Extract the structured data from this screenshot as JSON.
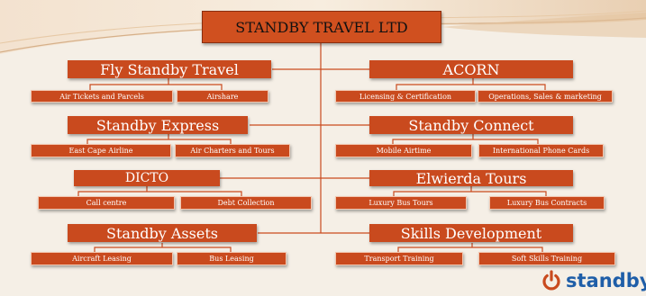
{
  "root": "STANDBY TRAVEL LTD",
  "divisions": {
    "fly_standby": {
      "title": "Fly Standby Travel",
      "subs": [
        "Air Tickets and Parcels",
        "Airshare"
      ]
    },
    "acorn": {
      "title": "ACORN",
      "subs": [
        "Licensing & Certification",
        "Operations, Sales & marketing"
      ]
    },
    "standby_express": {
      "title": "Standby Express",
      "subs": [
        "East Cape Airline",
        "Air Charters and Tours"
      ]
    },
    "standby_connect": {
      "title": "Standby Connect",
      "subs": [
        "Mobile Airtime",
        "International Phone Cards"
      ]
    },
    "dicto": {
      "title": "DICTO",
      "subs": [
        "Call centre",
        "Debt Collection"
      ]
    },
    "elwierda": {
      "title": "Elwierda Tours",
      "subs": [
        "Luxury Bus Tours",
        "Luxury Bus Contracts"
      ]
    },
    "standby_assets": {
      "title": "Standby Assets",
      "subs": [
        "Aircraft Leasing",
        "Bus Leasing"
      ]
    },
    "skills": {
      "title": "Skills Development",
      "subs": [
        "Transport  Training",
        "Soft Skills Training"
      ]
    }
  },
  "logo": {
    "text": "standby",
    "icon": "power-icon",
    "color": "#1f5ea8"
  },
  "colors": {
    "box": "#c94a1e",
    "line": "#c94a1e",
    "background": "#f5efe6"
  }
}
